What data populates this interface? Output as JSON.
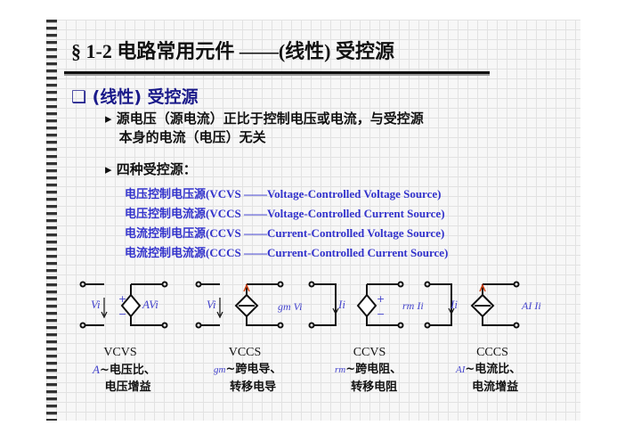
{
  "title": "§ 1-2 电路常用元件 ——(线性) 受控源",
  "section_heading": "❑ (线性) 受控源",
  "bullets": [
    "源电压（源电流）正比于控制电压或电流，与受控源",
    "本身的电流（电压）无关",
    "四种受控源："
  ],
  "sources": [
    "电压控制电压源(VCVS ——Voltage-Controlled Voltage Source)",
    "电压控制电流源(VCCS ——Voltage-Controlled Current Source)",
    "电流控制电压源(CCVS ——Current-Controlled Voltage Source)",
    "电流控制电流源(CCCS ——Current-Controlled Current Source)"
  ],
  "circuits": [
    {
      "name": "VCVS",
      "control": "Vi",
      "output": "AVi",
      "param": "A",
      "desc1": "~电压比、",
      "desc2": "电压增益"
    },
    {
      "name": "VCCS",
      "control": "Vi",
      "output": "gm Vi",
      "param": "gm",
      "desc1": "~跨电导、",
      "desc2": "转移电导"
    },
    {
      "name": "CCVS",
      "control": "Ii",
      "output": "rm Ii",
      "param": "rm",
      "desc1": "~跨电阻、",
      "desc2": "转移电阻"
    },
    {
      "name": "CCCS",
      "control": "Ii",
      "output": "AI Ii",
      "param": "AI",
      "desc1": "~电流比、",
      "desc2": "电流增益"
    }
  ]
}
